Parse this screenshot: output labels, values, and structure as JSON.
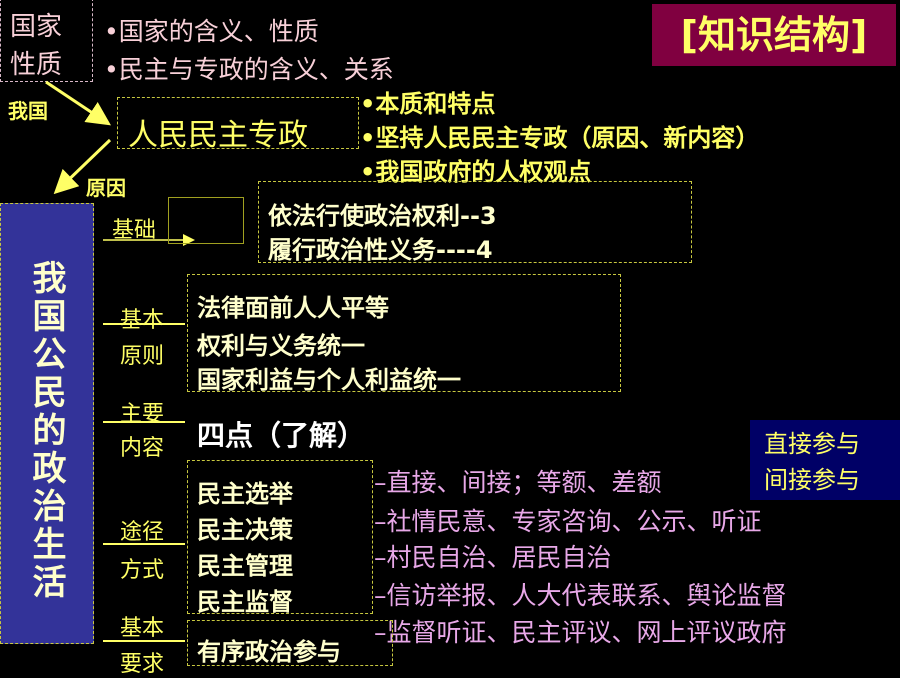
{
  "title": "[知识结构]",
  "state_box": {
    "line1": "国家",
    "line2": "性质"
  },
  "state_points": [
    "•国家的含义、性质",
    "•民主与专政的含义、关系"
  ],
  "arrow_labels": {
    "our_country": "我国",
    "reason": "原因"
  },
  "dictatorship": {
    "label": "人民民主专政",
    "points": [
      "•本质和特点",
      "•坚持人民民主专政（原因、新内容）",
      "•我国政府的人权观点"
    ]
  },
  "citizen_box": "我国公民的政治生活",
  "branches": {
    "basis": {
      "label": "基础",
      "items": [
        "依法行使政治权利--3",
        "履行政治性义务----4"
      ]
    },
    "principles": {
      "label1": "基本",
      "label2": "原则",
      "items": [
        "法律面前人人平等",
        "权利与义务统一",
        "国家利益与个人利益统一"
      ]
    },
    "content": {
      "label1": "主要",
      "label2": "内容",
      "text": "四点（了解）"
    },
    "methods": {
      "label1": "途径",
      "label2": "方式",
      "items": [
        "民主选举",
        "民主决策",
        "民主管理",
        "民主监督"
      ]
    },
    "requirement": {
      "label1": "基本",
      "label2": "要求",
      "text": "有序政治参与"
    }
  },
  "details": [
    "–直接、间接；等额、差额",
    "–社情民意、专家咨询、公示、听证",
    "–村民自治、居民自治",
    "–信访举报、人大代表联系、舆论监督",
    "–监督听证、民主评议、网上评议政府"
  ],
  "participation_box": {
    "line1": "直接参与",
    "line2": "间接参与"
  },
  "colors": {
    "background": "#000000",
    "title_bg": "#800040",
    "citizen_bg": "#333399",
    "participation_bg": "#000066"
  }
}
